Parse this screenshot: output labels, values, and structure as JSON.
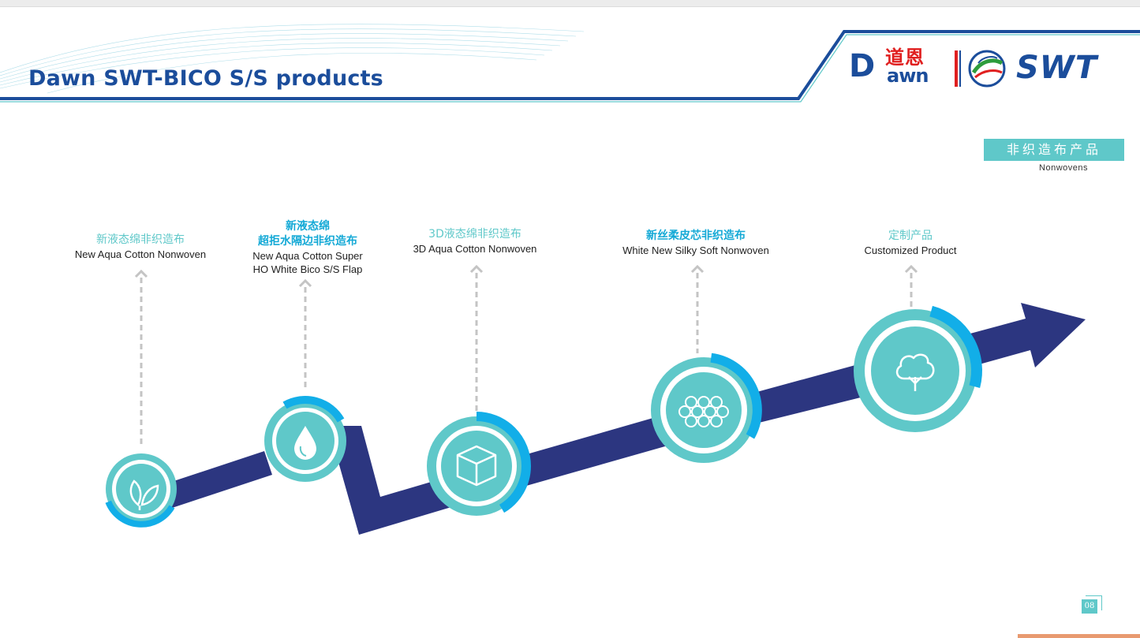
{
  "slide": {
    "title": "Dawn SWT-BICO S/S products",
    "logo": {
      "brand": "Dawn",
      "brand_rest": "awn",
      "brand_first": "D",
      "chinese": "道恩",
      "partner": "SWT"
    },
    "badge": {
      "label": "非织造布产品",
      "sub": "Nonwovens"
    },
    "page_number": "08"
  },
  "steps": [
    {
      "cn": "新液态绵非织造布",
      "en": "New Aqua Cotton Nonwoven",
      "icon": "leaf-icon"
    },
    {
      "cn_line1": "新液态绵",
      "cn_line2": "超拒水隔边非织造布",
      "en_line1": "New Aqua Cotton Super",
      "en_line2": "HO White Bico S/S Flap",
      "icon": "water-drop-icon"
    },
    {
      "cn": "3D液态绵非织造布",
      "en": "3D Aqua Cotton Nonwoven",
      "icon": "cube-icon"
    },
    {
      "cn": "新丝柔皮芯非织造布",
      "en": "White New Silky Soft Nonwoven",
      "icon": "fibers-icon"
    },
    {
      "cn": "定制产品",
      "en": "Customized Product",
      "icon": "cotton-tree-icon"
    }
  ],
  "colors": {
    "title": "#1b4d9b",
    "arrow": "#2c3680",
    "teal": "#5fc8c9",
    "blue": "#12aee8",
    "accent_red": "#e02020"
  }
}
